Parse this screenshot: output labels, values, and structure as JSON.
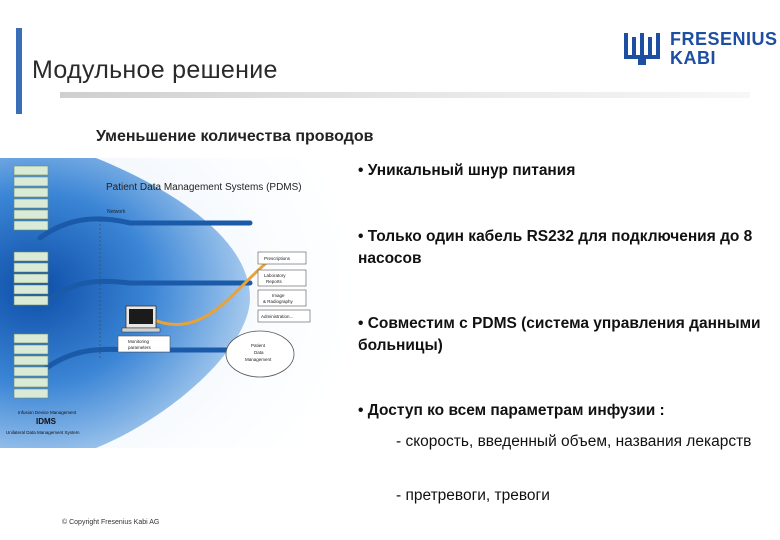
{
  "slide": {
    "title": "Модульное решение",
    "subheading": "Уменьшение количества проводов"
  },
  "logo": {
    "line1": "FRESENIUS",
    "line2": "KABI",
    "color": "#1c4ea1"
  },
  "diagram": {
    "pdms_title": "Patient Data Management Systems (PDMS)",
    "network": "Network",
    "box_prescriptions": "Prescriptions",
    "box_lab1": "Laboratory",
    "box_lab2": "Reports",
    "box_img1": "Image",
    "box_img2": "& Radiography",
    "box_admin": "Administration...",
    "monitor1": "Monitoring",
    "monitor2": "parameters",
    "ellipse1": "Patient",
    "ellipse2": "Data",
    "ellipse3": "Management",
    "idms_line1": "Infusion Device Management",
    "idms": "IDMS",
    "idms_line2": "Unilateral Data Management System"
  },
  "bullets": [
    "• Уникальный шнур питания",
    "• Только один кабель RS232 для подключения до 8 насосов",
    "• Совместим с PDMS (система управления данными больницы)",
    "• Доступ ко всем параметрам инфузии :"
  ],
  "sub_bullets": [
    "- скорость, введенный объем, названия лекарств",
    "-  претревоги, тревоги"
  ],
  "footer": {
    "copyright": "© Copyright Fresenius Kabi AG"
  }
}
